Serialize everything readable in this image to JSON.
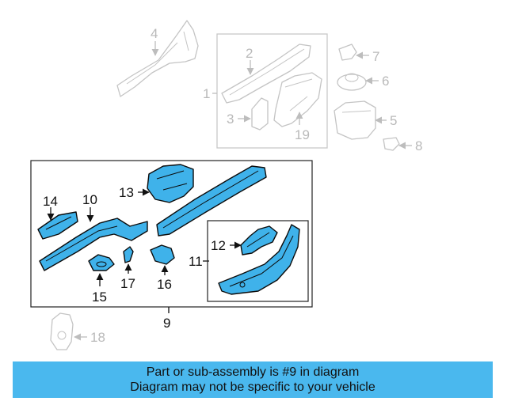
{
  "labels": {
    "l1": "1",
    "l2": "2",
    "l3": "3",
    "l4": "4",
    "l5": "5",
    "l6": "6",
    "l7": "7",
    "l8": "8",
    "l9": "9",
    "l10": "10",
    "l11": "11",
    "l12": "12",
    "l13": "13",
    "l14": "14",
    "l15": "15",
    "l16": "16",
    "l17": "17",
    "l18": "18",
    "l19": "19"
  },
  "banner": {
    "line1": "Part or sub-assembly is #9 in diagram",
    "line2": "Diagram may not be specific to your vehicle"
  },
  "colors": {
    "highlight": "#3fb2ea",
    "banner": "#4ab8ee",
    "faded": "#c4c4c4"
  }
}
